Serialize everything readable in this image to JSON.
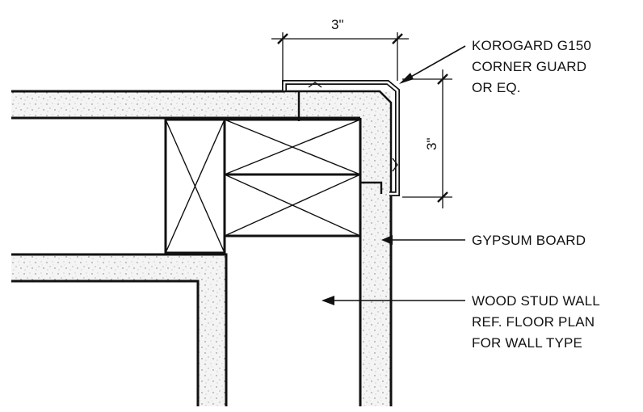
{
  "labels": {
    "corner_guard": [
      "KOROGARD G150",
      "CORNER GUARD",
      "OR EQ."
    ],
    "gypsum_board": "GYPSUM BOARD",
    "wood_stud_wall": [
      "WOOD STUD WALL",
      "REF. FLOOR PLAN",
      "FOR WALL TYPE"
    ]
  },
  "dimensions": {
    "horizontal": "3\"",
    "vertical": "3\""
  },
  "colors": {
    "line": "#111111",
    "board_fill": "#f2f2f2",
    "background": "#ffffff"
  }
}
